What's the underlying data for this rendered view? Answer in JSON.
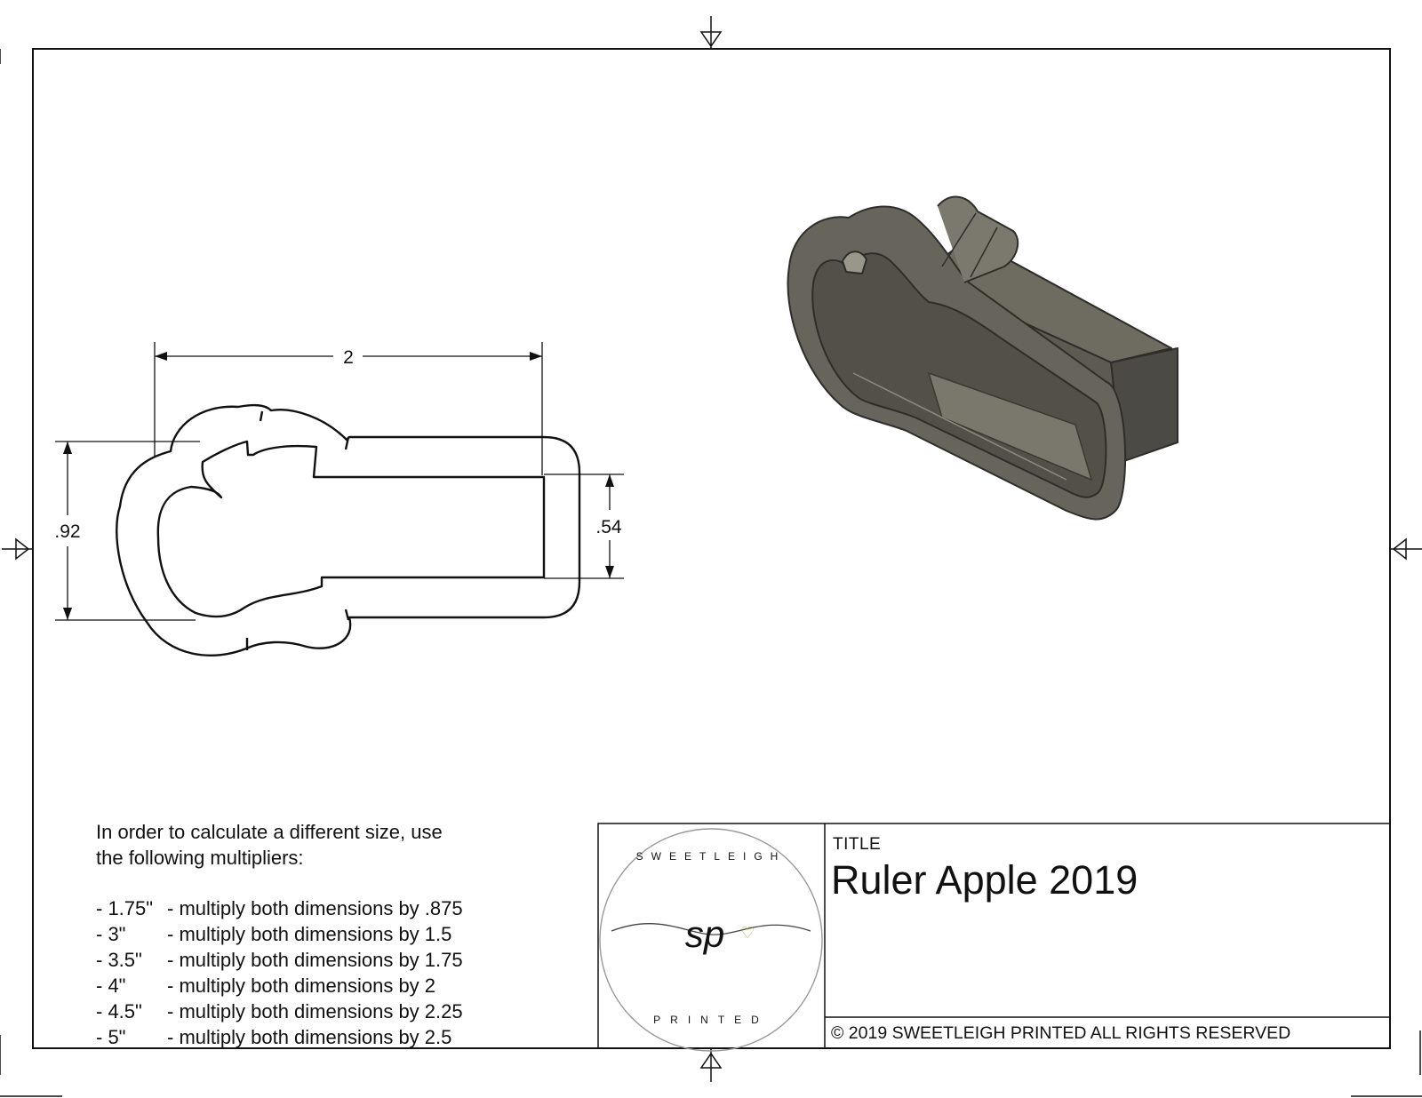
{
  "dimensions": {
    "width": "2",
    "height": ".92",
    "inner_height": ".54"
  },
  "notes": {
    "intro_line1": "In order to calculate a different size, use",
    "intro_line2": "the following multipliers:",
    "multipliers": [
      {
        "size": "- 1.75\"",
        "text": "- multiply both dimensions by .875"
      },
      {
        "size": "- 3\"",
        "text": "- multiply both dimensions by 1.5"
      },
      {
        "size": "- 3.5\"",
        "text": "- multiply both dimensions by 1.75"
      },
      {
        "size": "- 4\"",
        "text": "- multiply both dimensions by 2"
      },
      {
        "size": "- 4.5\"",
        "text": "- multiply both dimensions by 2.25"
      },
      {
        "size": "- 5\"",
        "text": "- multiply both dimensions by 2.5"
      }
    ]
  },
  "title_block": {
    "label": "TITLE",
    "title": "Ruler Apple 2019",
    "copyright": "© 2019  SWEETLEIGH PRINTED  ALL RIGHTS RESERVED"
  },
  "logo": {
    "top_text": "SWEETLEIGH",
    "monogram": "sp",
    "bottom_text": "PRINTED"
  },
  "colors": {
    "line": "#111111",
    "model_body": "#6d6a60",
    "model_dark": "#4a4842",
    "logo_gold": "#c8a24a"
  }
}
